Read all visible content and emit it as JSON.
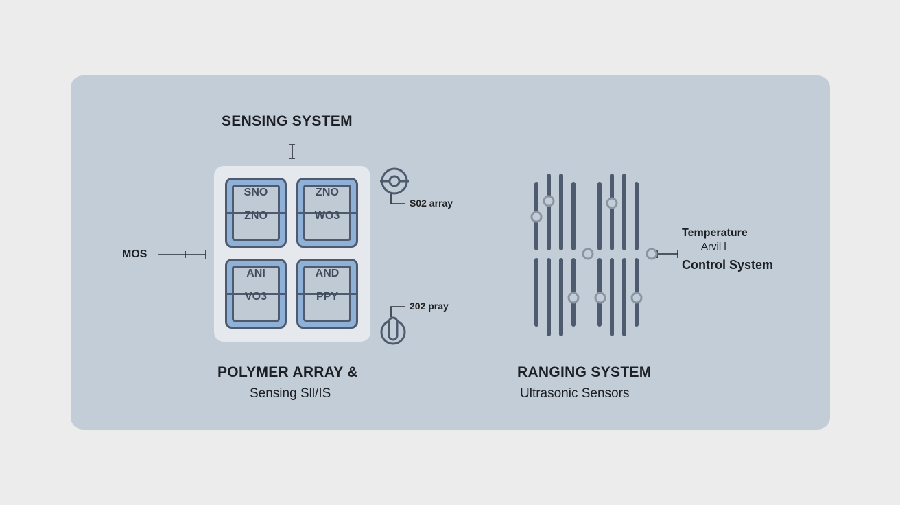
{
  "sensing": {
    "title": "SENSING SYSTEM",
    "array_cells": [
      {
        "top": "SNO",
        "bottom": "ZNO"
      },
      {
        "top": "ZNO",
        "bottom": "WO3"
      },
      {
        "top": "ANI",
        "bottom": "VO3"
      },
      {
        "top": "AND",
        "bottom": "PPY"
      }
    ],
    "mos_label": "MOS",
    "so2_label": "S02 array",
    "pray_label": "202 pray",
    "caption_line1": "POLYMER ARRAY &",
    "caption_line2": "Sensing Sll/IS"
  },
  "ranging": {
    "caption_line1": "RANGING SYSTEM",
    "caption_line2": "Ultrasonic Sensors",
    "temp_line1": "Temperature",
    "temp_line2": "Arvil l",
    "temp_line3": "Control System"
  },
  "colors": {
    "panel": "#c3cdd7",
    "cell_fill": "#8fb1d8",
    "stroke": "#4e5b6e"
  }
}
